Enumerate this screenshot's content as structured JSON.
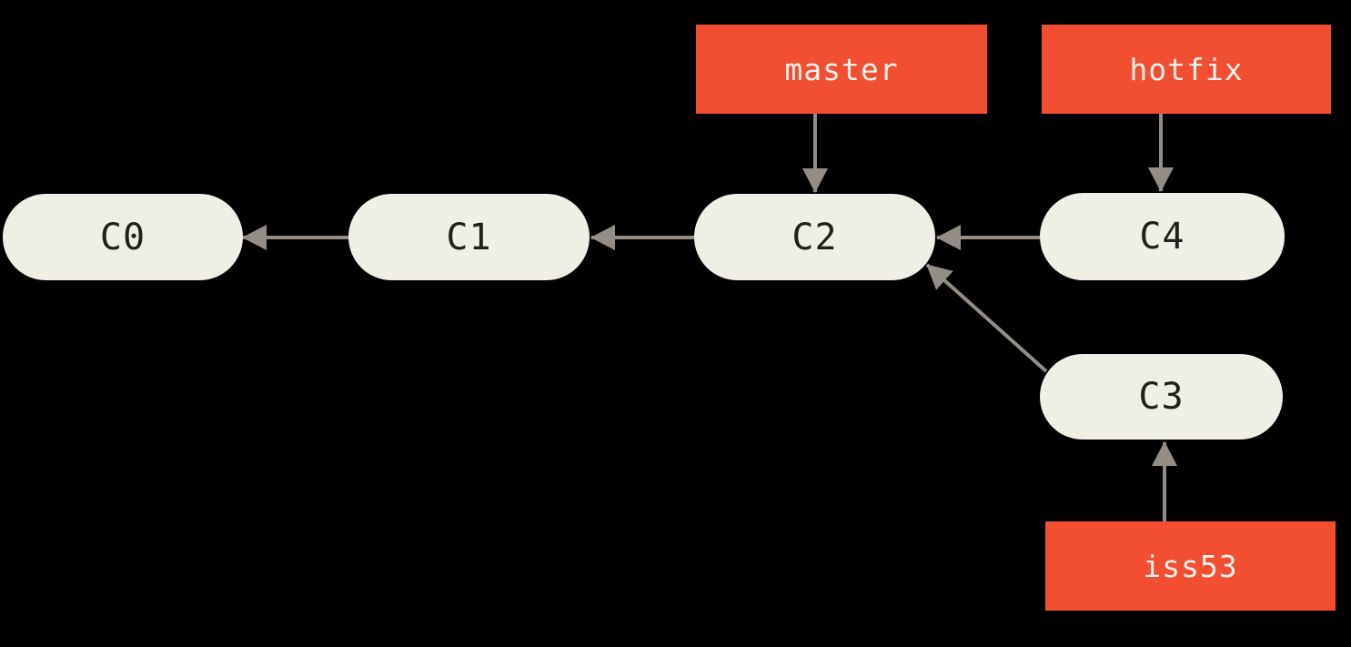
{
  "diagram": {
    "type": "git-commit-graph",
    "background_color": "#000000",
    "colors": {
      "commit_fill": "#f0efe6",
      "commit_text": "#21211c",
      "branch_fill": "#f24e32",
      "branch_text": "#f4f2ec",
      "arrow": "#948d85"
    },
    "commits": [
      {
        "id": "C0",
        "label": "C0"
      },
      {
        "id": "C1",
        "label": "C1"
      },
      {
        "id": "C2",
        "label": "C2"
      },
      {
        "id": "C3",
        "label": "C3"
      },
      {
        "id": "C4",
        "label": "C4"
      }
    ],
    "branches": [
      {
        "id": "master",
        "label": "master",
        "points_to": "C2"
      },
      {
        "id": "hotfix",
        "label": "hotfix",
        "points_to": "C4"
      },
      {
        "id": "iss53",
        "label": "iss53",
        "points_to": "C3"
      }
    ],
    "parent_edges": [
      {
        "from": "C1",
        "to": "C0"
      },
      {
        "from": "C2",
        "to": "C1"
      },
      {
        "from": "C4",
        "to": "C2"
      },
      {
        "from": "C3",
        "to": "C2"
      }
    ]
  }
}
